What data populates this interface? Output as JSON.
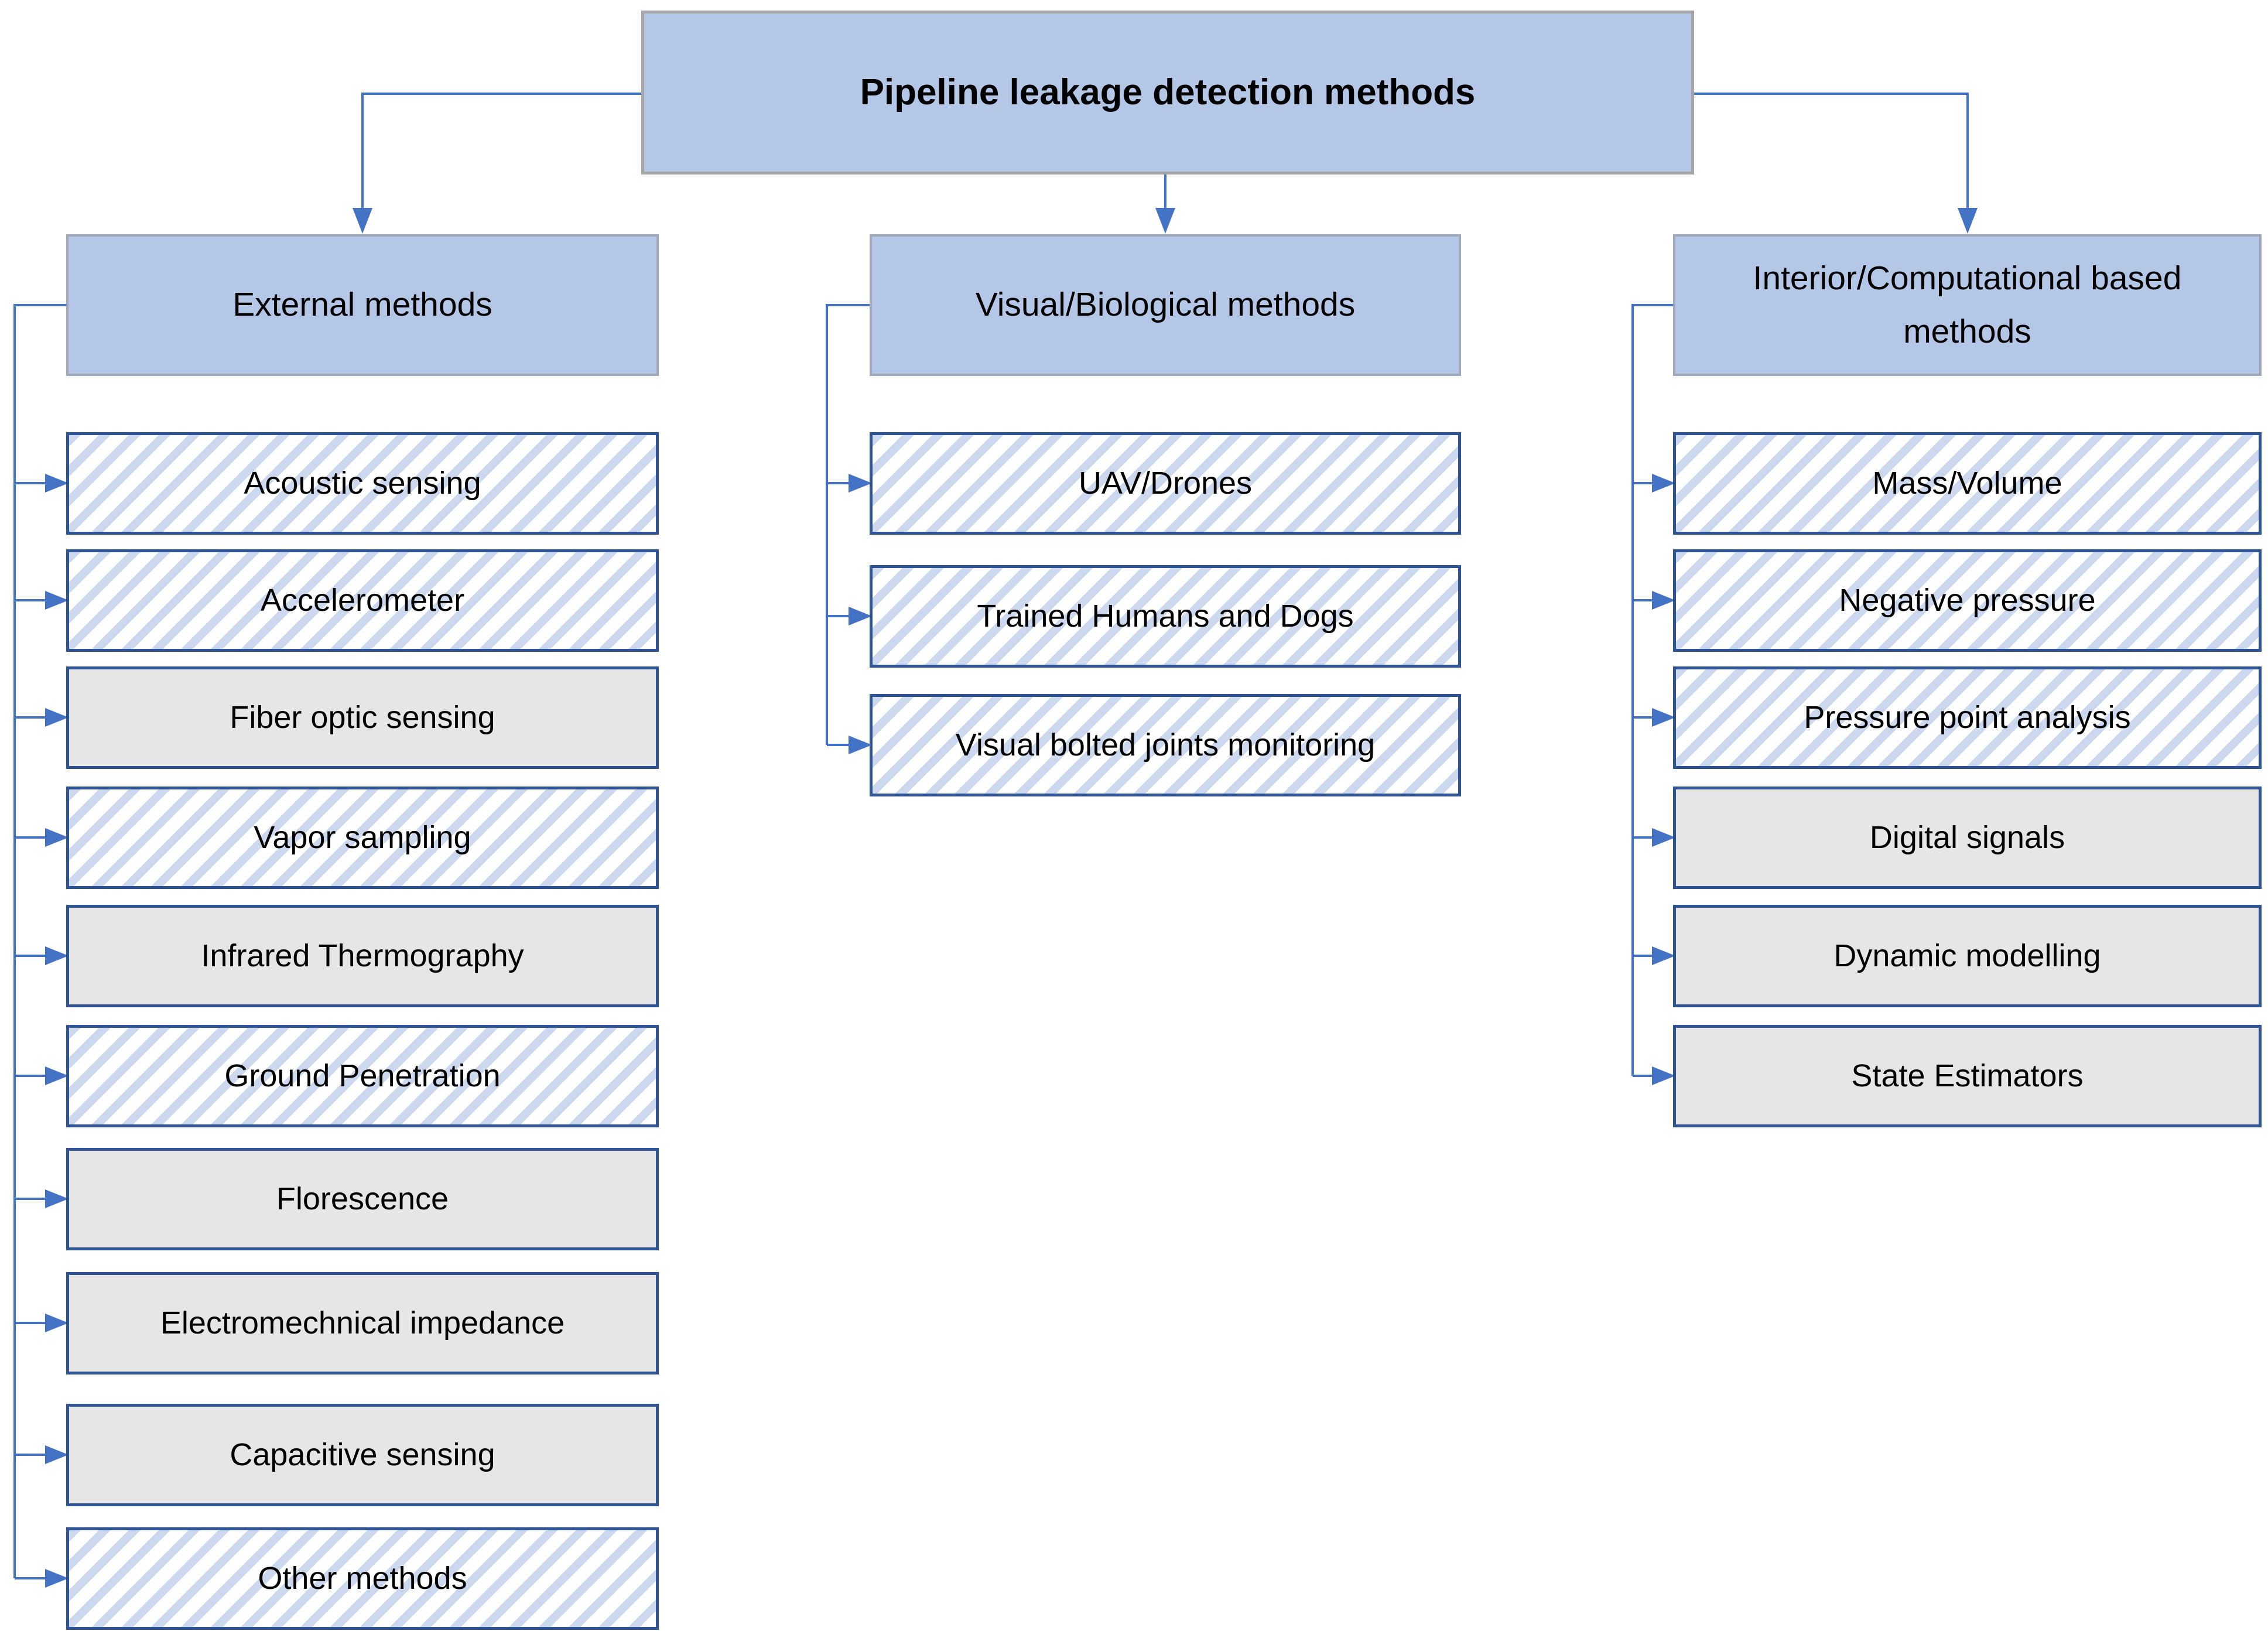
{
  "title": "Pipeline leakage detection methods",
  "colors": {
    "header_fill": "#b4c7e7",
    "header_border": "#9fa9ba",
    "title_border": "#a6a6a6",
    "box_border": "#2f5496",
    "hatch_stripe": "#ccd8ee",
    "plain_fill": "#e7e6e6",
    "connector": "#4472c4"
  },
  "columns": [
    {
      "header": "External methods",
      "items": [
        {
          "label": "Acoustic sensing",
          "variant": "hatched"
        },
        {
          "label": "Accelerometer",
          "variant": "hatched"
        },
        {
          "label": "Fiber optic sensing",
          "variant": "plain"
        },
        {
          "label": "Vapor sampling",
          "variant": "hatched"
        },
        {
          "label": "Infrared Thermography",
          "variant": "plain"
        },
        {
          "label": "Ground Penetration",
          "variant": "hatched"
        },
        {
          "label": "Florescence",
          "variant": "plain"
        },
        {
          "label": "Electromechnical impedance",
          "variant": "plain"
        },
        {
          "label": "Capacitive sensing",
          "variant": "plain"
        },
        {
          "label": "Other methods",
          "variant": "hatched"
        }
      ]
    },
    {
      "header": "Visual/Biological methods",
      "items": [
        {
          "label": "UAV/Drones",
          "variant": "hatched"
        },
        {
          "label": "Trained Humans and Dogs",
          "variant": "hatched"
        },
        {
          "label": "Visual bolted joints monitoring",
          "variant": "hatched"
        }
      ]
    },
    {
      "header": "Interior/Computational based methods",
      "items": [
        {
          "label": "Mass/Volume",
          "variant": "hatched"
        },
        {
          "label": "Negative pressure",
          "variant": "hatched"
        },
        {
          "label": "Pressure point analysis",
          "variant": "hatched"
        },
        {
          "label": "Digital signals",
          "variant": "plain"
        },
        {
          "label": "Dynamic modelling",
          "variant": "plain"
        },
        {
          "label": "State Estimators",
          "variant": "plain"
        }
      ]
    }
  ]
}
